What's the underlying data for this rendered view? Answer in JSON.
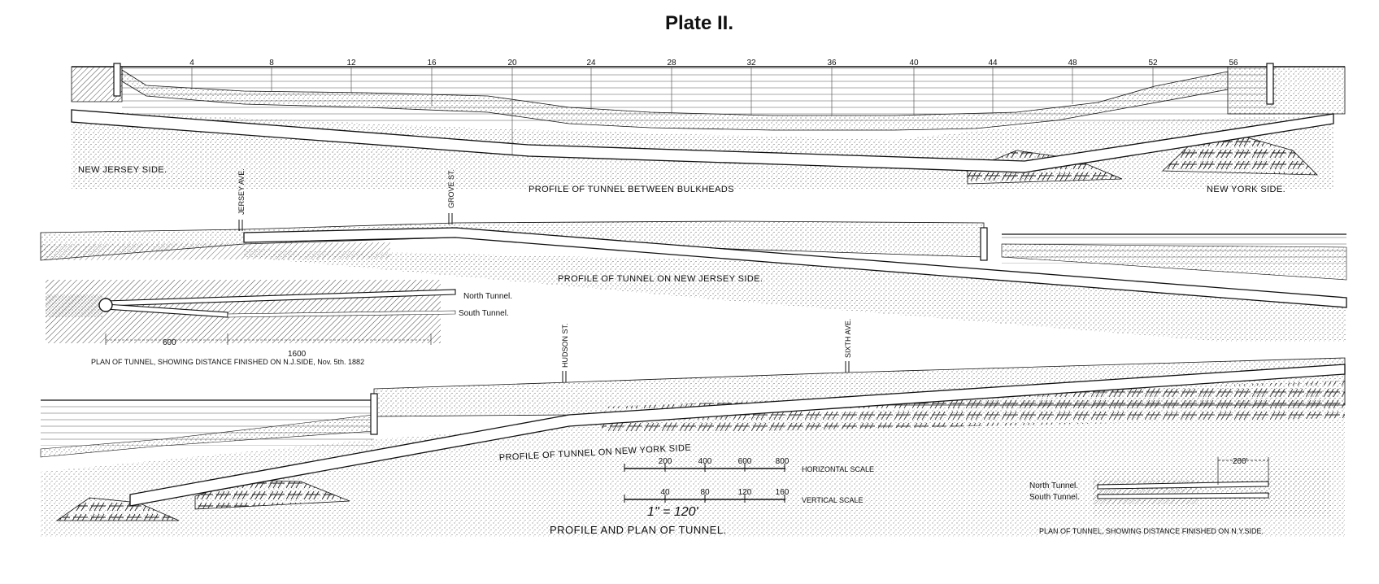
{
  "plate_title": "Plate II.",
  "profile1": {
    "caption": "PROFILE OF TUNNEL BETWEEN BULKHEADS",
    "left_label": "NEW JERSEY SIDE.",
    "right_label": "NEW YORK SIDE.",
    "stations": [
      "4",
      "8",
      "12",
      "16",
      "20",
      "24",
      "28",
      "32",
      "36",
      "40",
      "44",
      "48",
      "52",
      "56"
    ]
  },
  "profile2": {
    "caption": "PROFILE OF TUNNEL ON NEW JERSEY SIDE.",
    "street1": "JERSEY AVE.",
    "street2": "GROVE ST."
  },
  "plan_nj": {
    "north_label": "North Tunnel.",
    "south_label": "South Tunnel.",
    "dim1": "600",
    "dim2": "1600",
    "caption": "PLAN OF TUNNEL, SHOWING DISTANCE FINISHED ON N.J.SIDE, Nov. 5th. 1882"
  },
  "profile3": {
    "caption": "PROFILE OF TUNNEL ON NEW YORK SIDE",
    "street1": "HUDSON ST.",
    "street2": "SIXTH AVE."
  },
  "scales": {
    "horizontal_ticks": [
      "200",
      "400",
      "600",
      "800"
    ],
    "horizontal_label": "HORIZONTAL SCALE",
    "vertical_ticks": [
      "40",
      "80",
      "120",
      "160"
    ],
    "vertical_label": "VERTICAL SCALE",
    "handwritten": "1\" = 120'"
  },
  "main_caption": "PROFILE AND PLAN OF TUNNEL.",
  "plan_ny": {
    "dim": "200'",
    "north_label": "North Tunnel.",
    "south_label": "South Tunnel.",
    "caption": "PLAN OF TUNNEL, SHOWING DISTANCE FINISHED ON N.Y.SIDE."
  },
  "colors": {
    "ink": "#111111",
    "paper": "#ffffff"
  }
}
